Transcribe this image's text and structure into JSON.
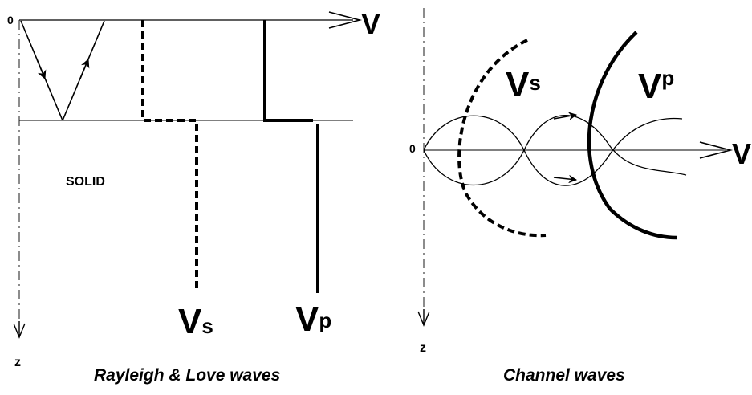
{
  "left_panel": {
    "origin_label": "0",
    "v_axis_label": "V",
    "z_axis_label": "z",
    "solid_label": "SOLID",
    "vs_symbol": "V",
    "vs_subscript": "s",
    "vp_symbol": "V",
    "vp_subscript": "p",
    "caption": "Rayleigh & Love waves"
  },
  "right_panel": {
    "origin_label": "0",
    "v_axis_label": "V",
    "z_axis_label": "z",
    "vs_symbol": "V",
    "vs_subscript": "s",
    "vp_symbol": "V",
    "vp_subscript": "p",
    "caption": "Channel waves"
  }
}
